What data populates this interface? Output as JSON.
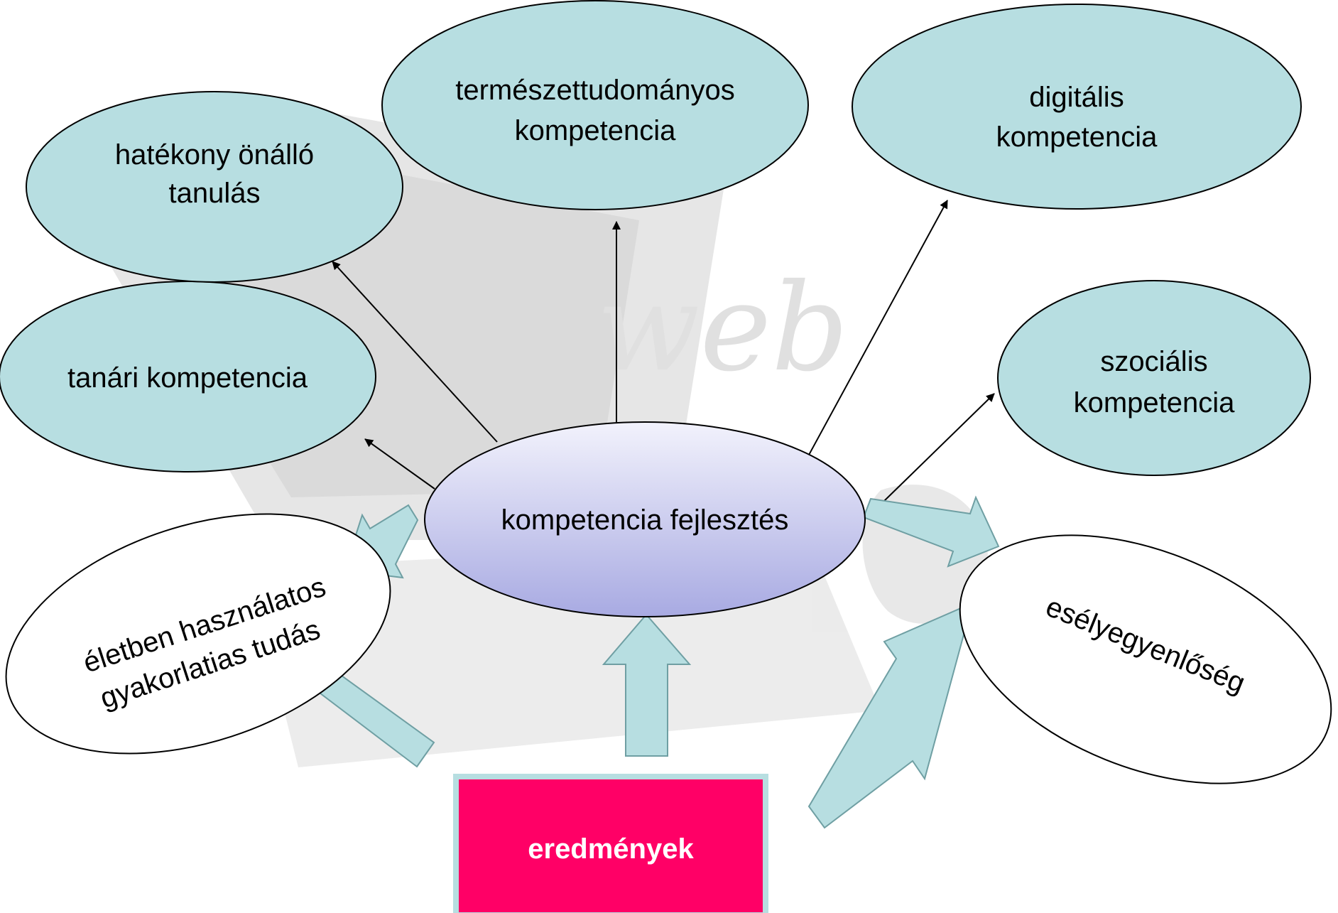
{
  "nodes": {
    "center": {
      "text": "kompetencia fejlesztés"
    },
    "tanari": {
      "text": "tanári kompetencia"
    },
    "hatekony": {
      "line1": "hatékony önálló",
      "line2": "tanulás"
    },
    "termeszet": {
      "line1": "természettudományos",
      "line2": "kompetencia"
    },
    "digitalis": {
      "line1": "digitális",
      "line2": "kompetencia"
    },
    "szocialis": {
      "line1": "szociális",
      "line2": "kompetencia"
    },
    "eletben": {
      "line1": "életben használatos",
      "line2": "gyakorlatias tudás"
    },
    "eselyegyenloseg": {
      "text": "esélyegyenlőség"
    },
    "eredmenyek": {
      "text": "eredmények"
    }
  },
  "background": {
    "watermark": "web"
  },
  "colors": {
    "ellipse_fill": "#b7dee1",
    "center_fill_top": "#efeffb",
    "center_fill_bottom": "#a9abe3",
    "arrow_fill": "#b7dee1",
    "arrow_stroke": "#6f9fa3",
    "results_fill": "#ff0066",
    "results_border": "#b7dee1"
  }
}
